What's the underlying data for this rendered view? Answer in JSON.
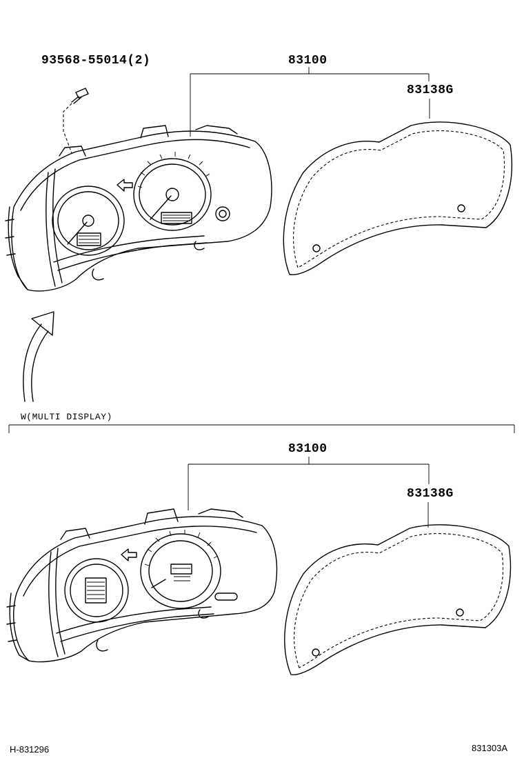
{
  "labels": {
    "bolt_part": "93568-55014(2)",
    "top_assembly_part": "83100",
    "top_lens_part": "83138G",
    "variant_note": "W(MULTI DISPLAY)",
    "bottom_assembly_part": "83100",
    "bottom_lens_part": "83138G",
    "ref_left": "H-831296",
    "ref_right": "831303A"
  },
  "icons": [
    "bolt-icon",
    "combination-meter-icon",
    "meter-glass-lens-icon",
    "view-direction-arrow-icon"
  ]
}
